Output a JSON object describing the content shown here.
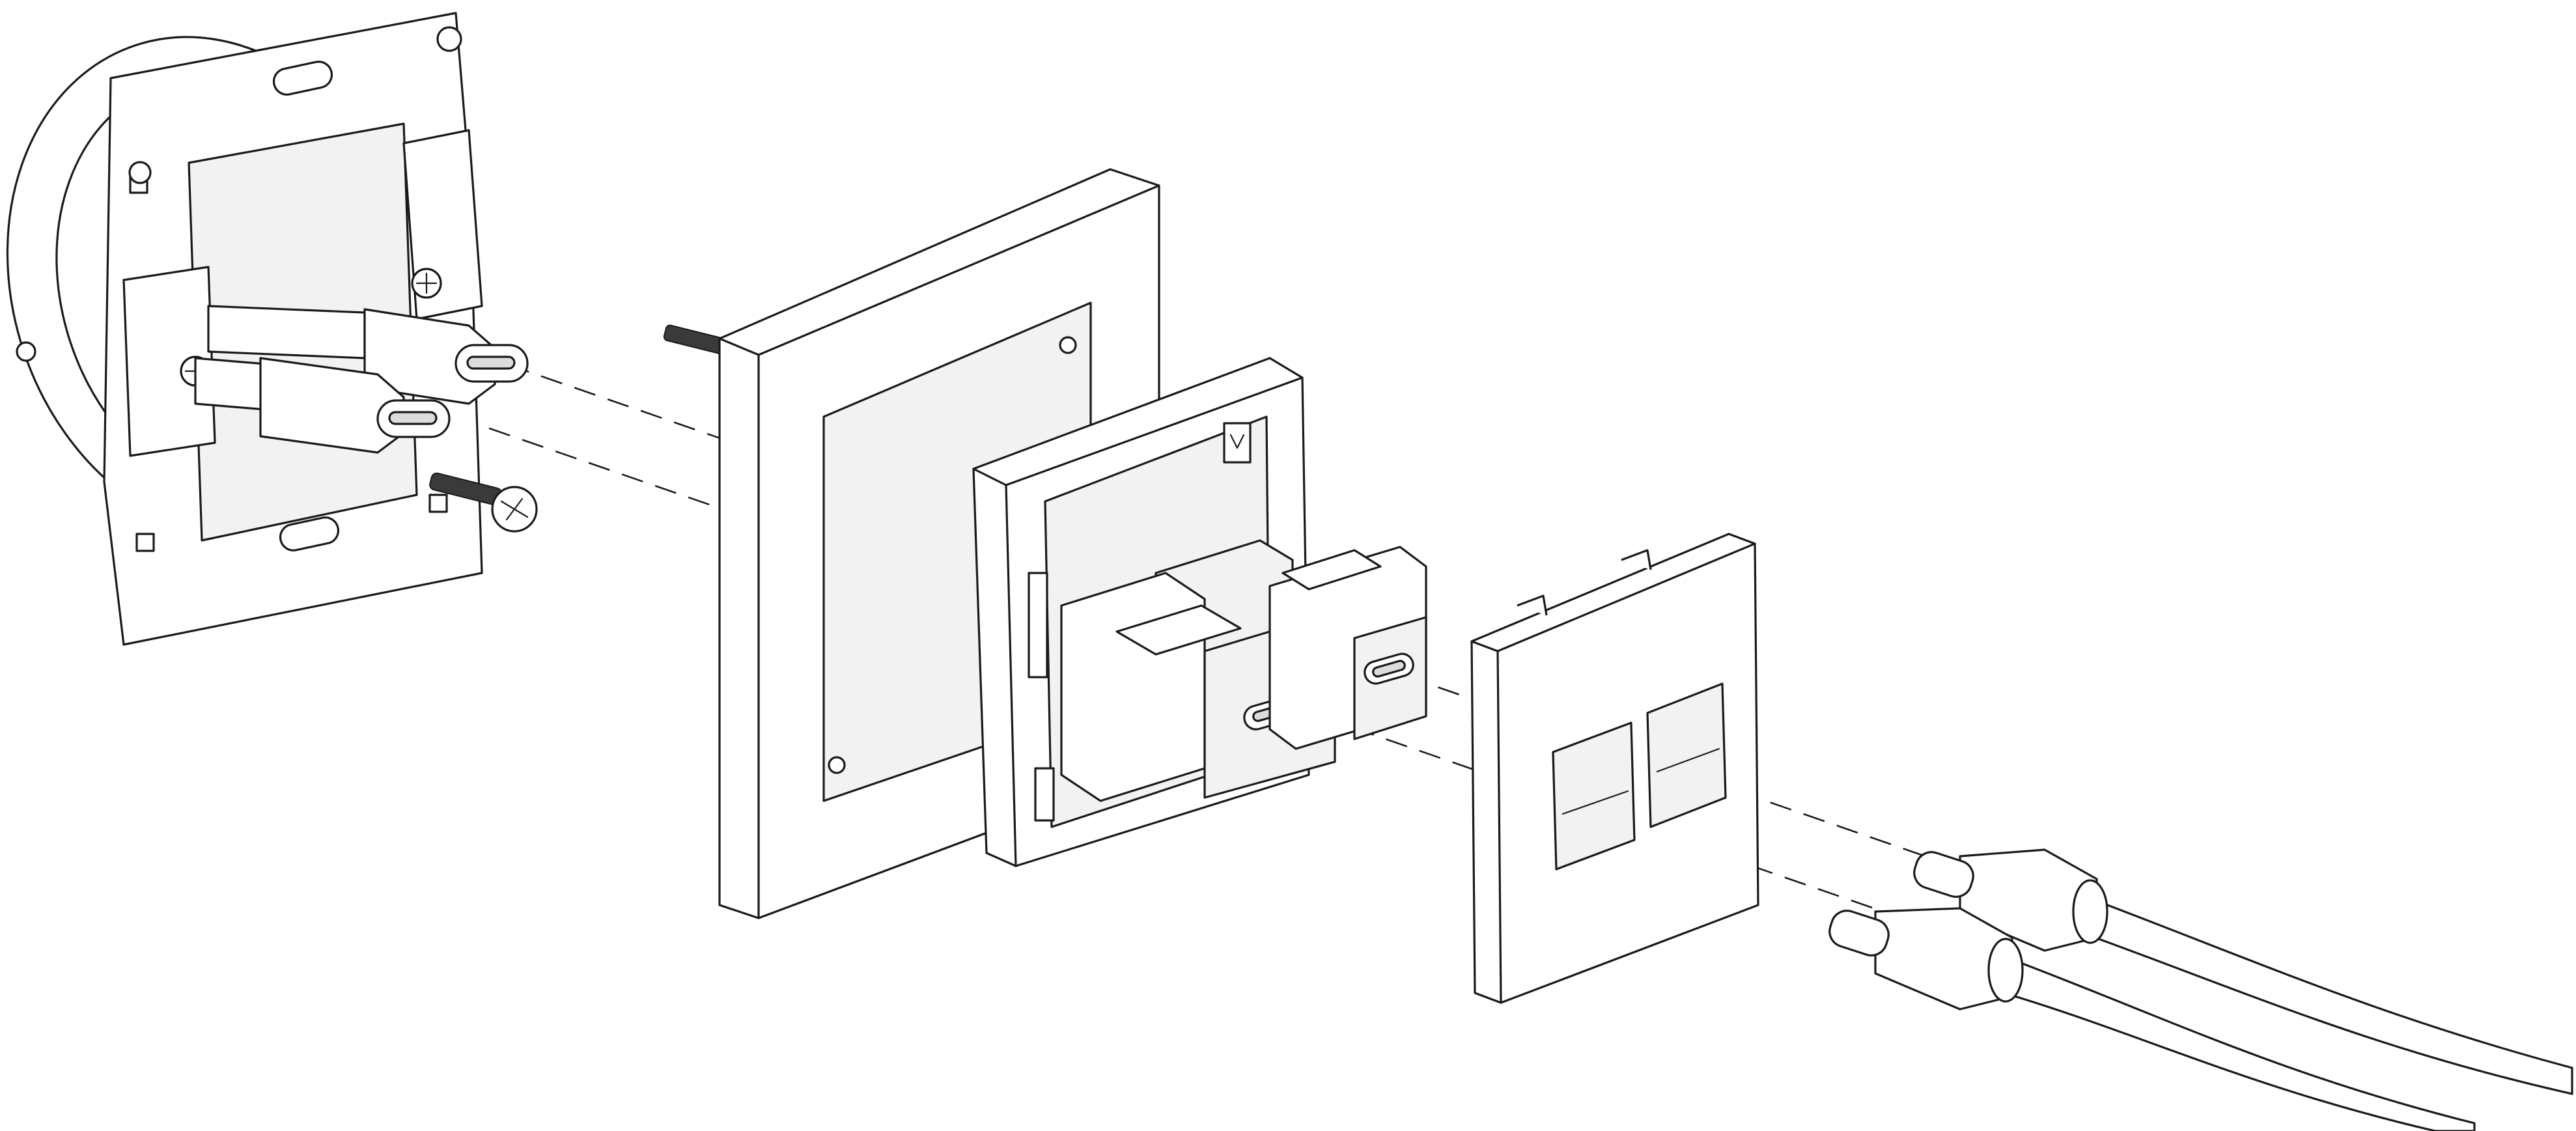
{
  "diagram": {
    "labels": [],
    "components": [
      "mounting-frame",
      "usb-c-connector",
      "fixing-screw",
      "cover-frame",
      "support-frame",
      "usb-c-modules",
      "cover-plate",
      "usb-c-cables"
    ]
  }
}
